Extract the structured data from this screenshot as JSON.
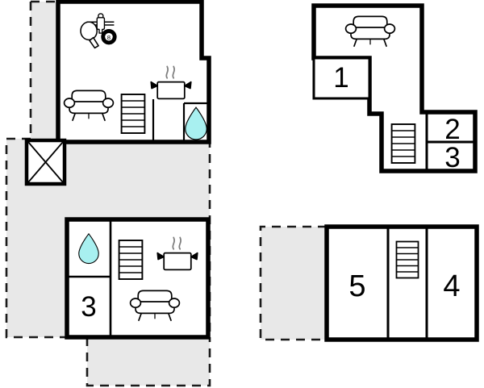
{
  "document": {
    "type": "floor-plan",
    "title": "Holiday home floor plan",
    "panels": 4,
    "background_color": "#ffffff",
    "wall_color": "#000000",
    "terrace_fill": "#e8e8e8",
    "terrace_stroke": "#1a1a1a",
    "water_color": "#a8f0f0",
    "icon_stroke": "#000000"
  },
  "panels": [
    {
      "id": "panel-top-left",
      "name": "basement-level",
      "rooms": [],
      "icons": [
        {
          "name": "foosball-icon",
          "label": "Table football"
        },
        {
          "name": "ping-pong-paddle-icon",
          "label": "Table tennis"
        },
        {
          "name": "billiard-8-ball-icon",
          "label": "Billiards",
          "text": "8"
        },
        {
          "name": "sofa-icon",
          "label": "Living area"
        },
        {
          "name": "stairs-icon",
          "label": "Stairs",
          "steps": 6
        },
        {
          "name": "cooking-pot-icon",
          "label": "Kitchen"
        },
        {
          "name": "water-drop-icon",
          "label": "Bathroom"
        },
        {
          "name": "crossed-box-icon",
          "label": "Storage / terrace shaft"
        }
      ],
      "terrace": {
        "name": "terrace-area",
        "label": "Terrace"
      }
    },
    {
      "id": "panel-top-right",
      "name": "upper-level",
      "rooms": [
        {
          "name": "room-1",
          "number": "1"
        },
        {
          "name": "room-2",
          "number": "2"
        },
        {
          "name": "room-3",
          "number": "3"
        }
      ],
      "icons": [
        {
          "name": "sofa-icon",
          "label": "Living area"
        },
        {
          "name": "stairs-icon",
          "label": "Stairs",
          "steps": 6
        }
      ],
      "terrace": null
    },
    {
      "id": "panel-bottom-left",
      "name": "ground-level",
      "rooms": [
        {
          "name": "room-3",
          "number": "3"
        }
      ],
      "icons": [
        {
          "name": "water-drop-icon",
          "label": "Bathroom"
        },
        {
          "name": "stairs-icon",
          "label": "Stairs",
          "steps": 6
        },
        {
          "name": "cooking-pot-icon",
          "label": "Kitchen"
        },
        {
          "name": "sofa-icon",
          "label": "Living area"
        }
      ],
      "terrace": {
        "name": "terrace-area",
        "label": "Terrace"
      }
    },
    {
      "id": "panel-bottom-right",
      "name": "attic-level",
      "rooms": [
        {
          "name": "room-5",
          "number": "5"
        },
        {
          "name": "room-4",
          "number": "4"
        }
      ],
      "icons": [
        {
          "name": "stairs-icon",
          "label": "Stairs",
          "steps": 6
        }
      ],
      "terrace": {
        "name": "terrace-area",
        "label": "Terrace"
      }
    }
  ],
  "labels": {
    "room_1": "1",
    "room_2": "2",
    "room_3_tr": "3",
    "room_3_bl": "3",
    "room_4": "4",
    "room_5": "5",
    "eight_ball": "8"
  }
}
